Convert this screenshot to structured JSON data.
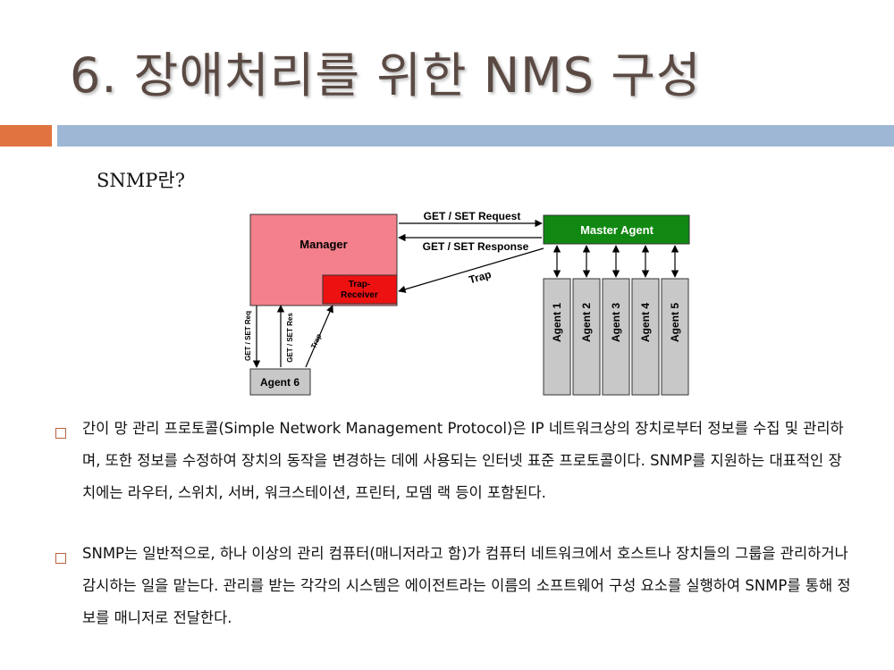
{
  "slide": {
    "title": "6. 장애처리를 위한 NMS 구성",
    "subtitle": "SNMP란?"
  },
  "diagram": {
    "manager": "Manager",
    "trap_receiver_line1": "Trap-",
    "trap_receiver_line2": "Receiver",
    "master_agent": "Master Agent",
    "agent6": "Agent 6",
    "agents": [
      "Agent 1",
      "Agent 2",
      "Agent 3",
      "Agent 4",
      "Agent 5"
    ],
    "get_set_request": "GET / SET Request",
    "get_set_response": "GET / SET Response",
    "trap": "Trap",
    "get_set_req_small": "GET / SET Req",
    "get_set_res_small": "GET / SET Res",
    "trap_small": "Trap",
    "colors": {
      "manager": "#f4808b",
      "trap_receiver": "#ee1111",
      "master_agent": "#118811",
      "agent": "#c8c8c8"
    }
  },
  "paragraphs": [
    "간이 망 관리 프로토콜(Simple Network Management Protocol)은 IP 네트워크상의 장치로부터 정보를 수집 및 관리하며, 또한 정보를 수정하여 장치의 동작을 변경하는 데에 사용되는 인터넷 표준 프로토콜이다. SNMP를 지원하는 대표적인 장치에는 라우터, 스위치, 서버, 워크스테이션, 프린터, 모뎀 랙 등이 포함된다.",
    "SNMP는 일반적으로, 하나 이상의 관리 컴퓨터(매니저라고 함)가 컴퓨터 네트워크에서 호스트나 장치들의 그룹을 관리하거나 감시하는 일을 맡는다. 관리를 받는 각각의 시스템은 에이전트라는 이름의 소프트웨어 구성 요소를 실행하여 SNMP를 통해 정보를 매니저로 전달한다."
  ]
}
